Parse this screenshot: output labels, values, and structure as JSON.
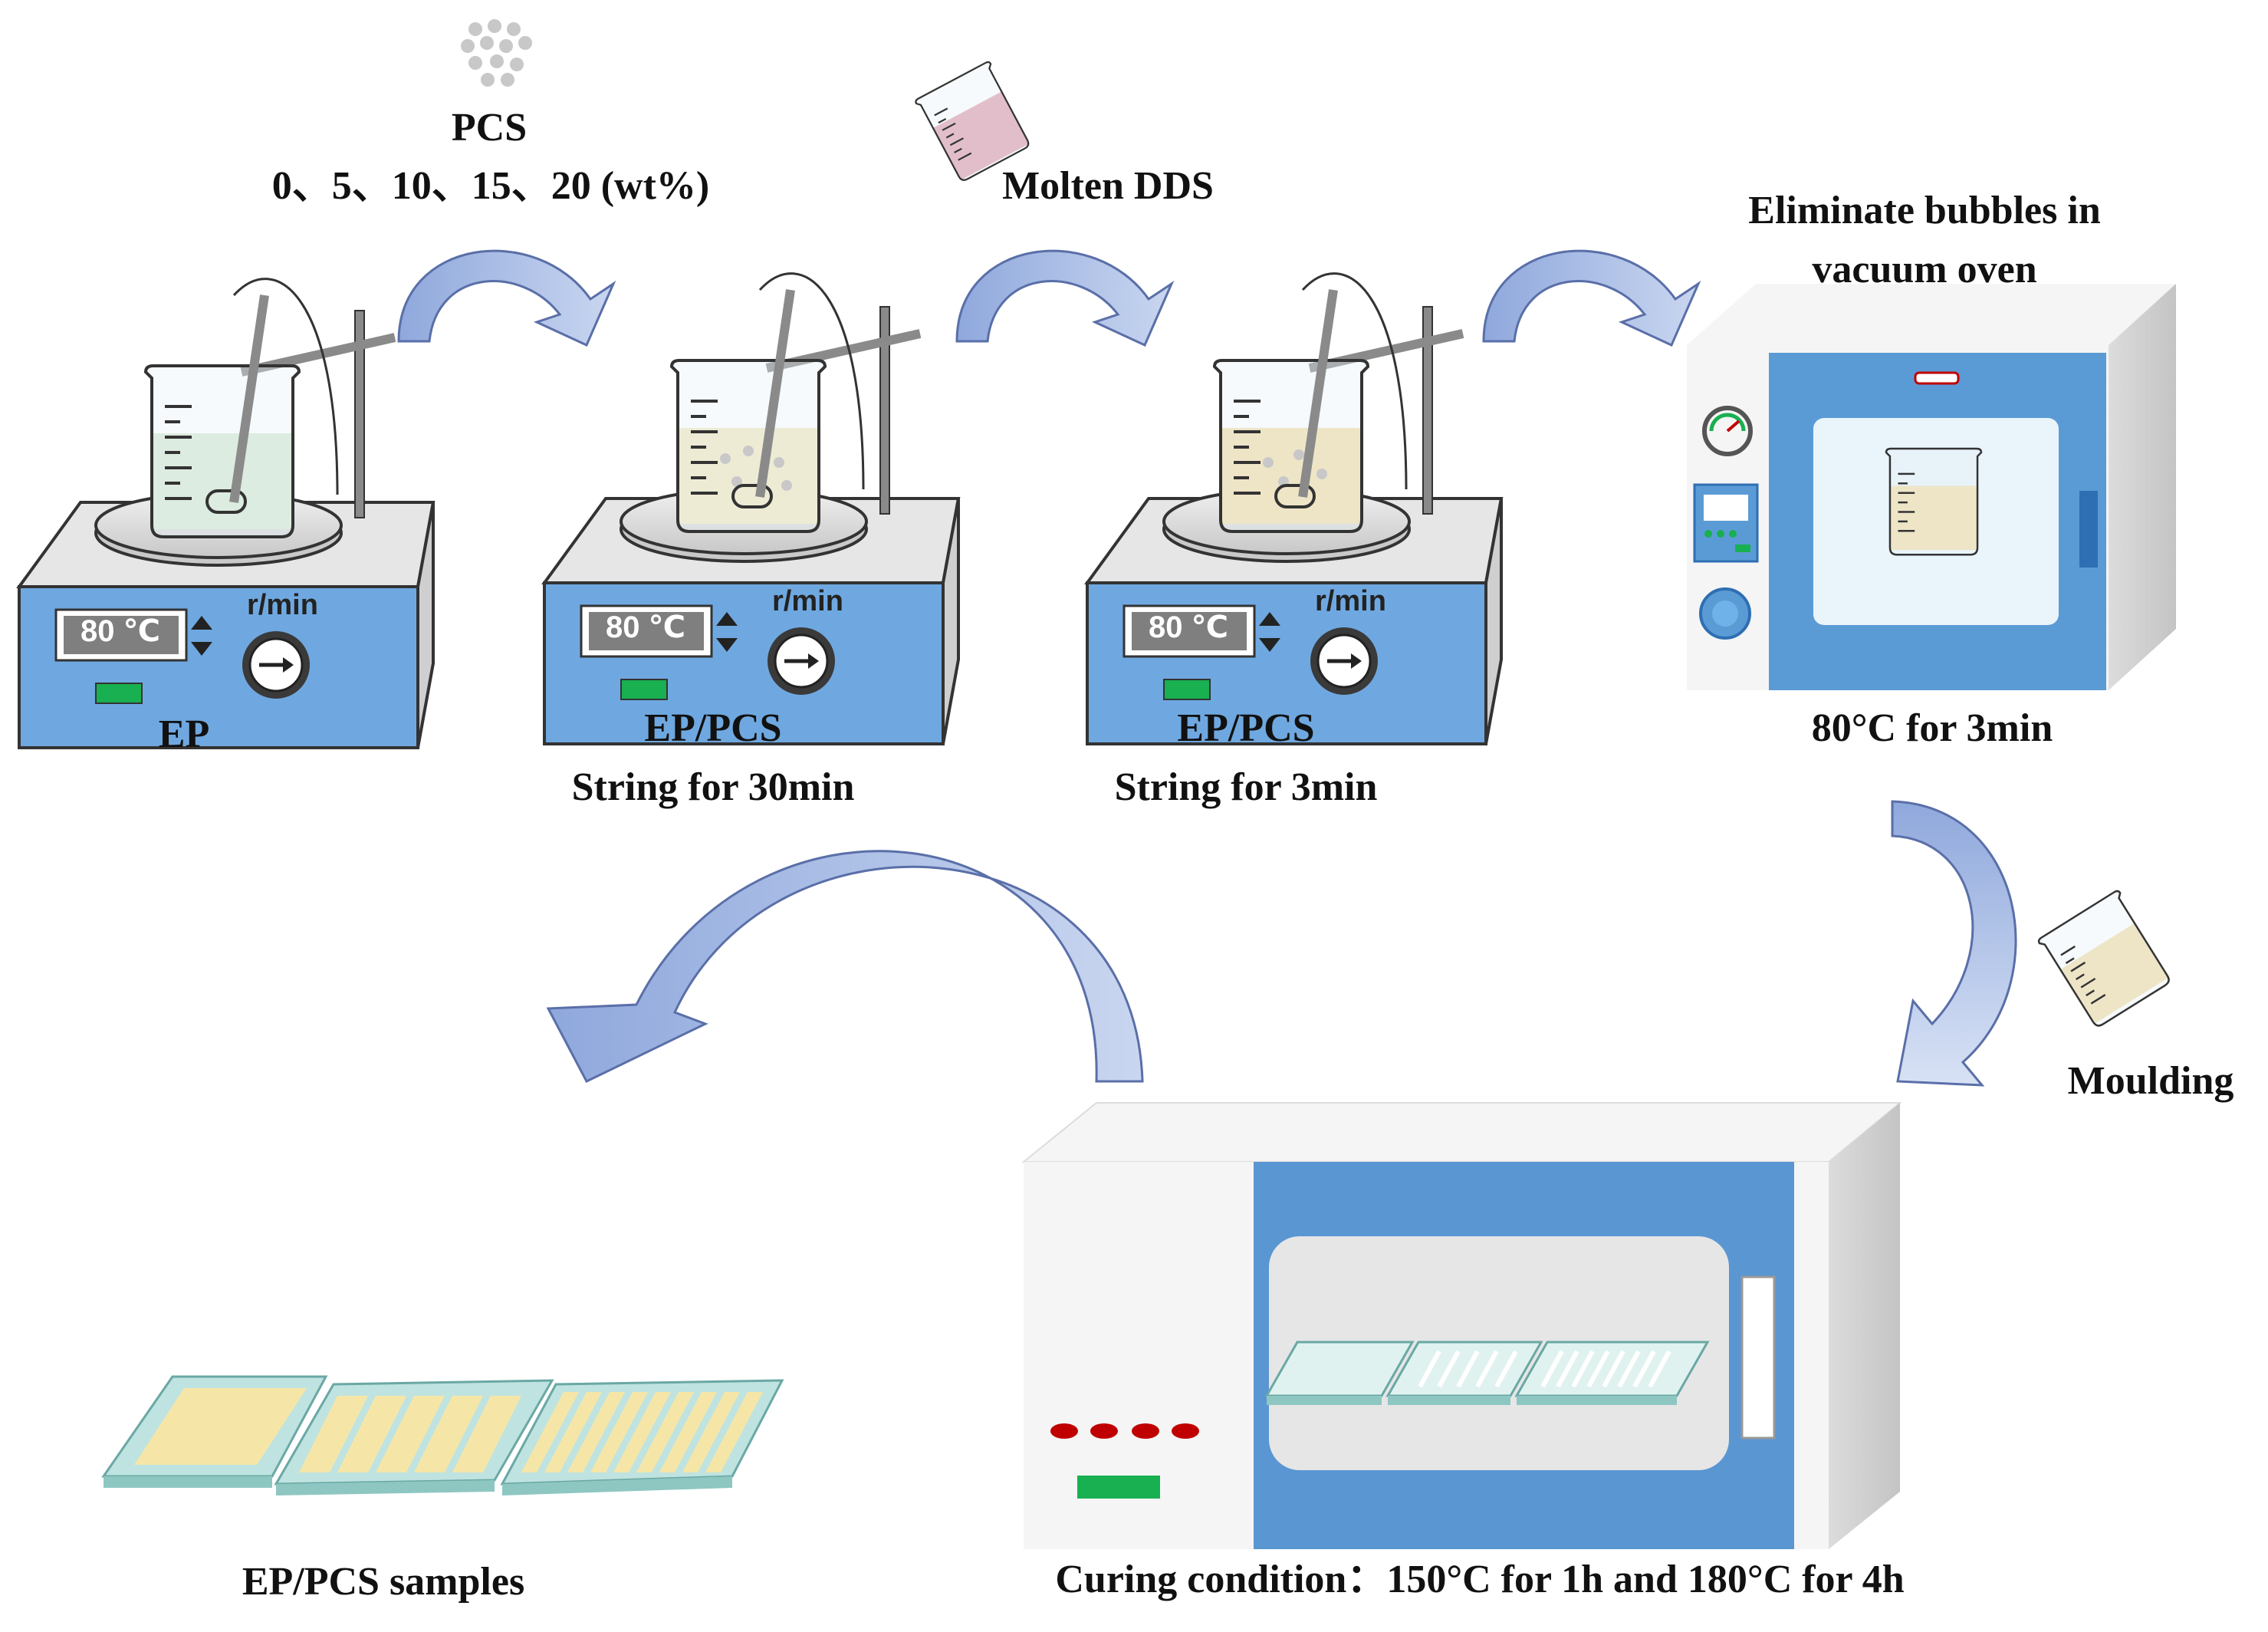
{
  "pcs": {
    "title": "PCS",
    "amounts": "0、5、10、15、20 (wt%)"
  },
  "molten_dds": "Molten DDS",
  "vacuum": {
    "line1": "Eliminate bubbles in",
    "line2": "vacuum oven",
    "condition": "80°C for 3min"
  },
  "stirrers": [
    {
      "display": "80 ℃",
      "speed_unit": "r/min",
      "label1": "EP",
      "label2": "",
      "liquid_color": "#d8ead5"
    },
    {
      "display": "80 ℃",
      "speed_unit": "r/min",
      "label1": "EP/PCS",
      "label2": "String for 30min",
      "liquid_color": "#f3e8c4"
    },
    {
      "display": "80 ℃",
      "speed_unit": "r/min",
      "label1": "EP/PCS",
      "label2": "String for 3min",
      "liquid_color": "#f3dfae"
    }
  ],
  "moulding": "Moulding",
  "curing": "Curing condition：150°C for 1h and 180°C for 4h",
  "samples": "EP/PCS samples",
  "colors": {
    "arrow": "#8fa8dc",
    "panel_blue": "#5b9bd5",
    "light_blue": "#6fa8e0",
    "oven_blue": "#5a96d2",
    "sample_mint": "#bfe3e0",
    "sample_yellow": "#f5e6a8",
    "green_button": "#18b050",
    "red_dot": "#c00000"
  }
}
